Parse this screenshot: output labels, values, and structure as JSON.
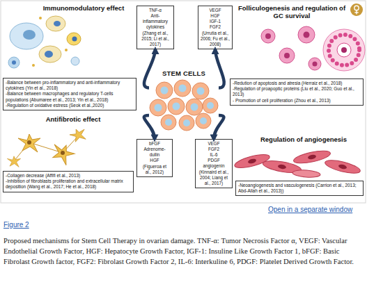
{
  "diagram": {
    "caption": "Proposed mechanisms for Stem Cell Therapy in ovarian damage. TNF-α: Tumor Necrosis Factor α, VEGF: Vascular Endothelial Growth Factor, HGF: Hepatocyte Growth Factor, IGF-1: Insuline Like Growth Factor 1, bFGF: Basic Fibrolast Growth factor, FGF2: Fibrolast Growth Factor 2, IL-6: Interkuline 6, PDGF: Platelet Derived Growth Factor.",
    "nodes": [
      {
        "text": [
          "TNF-α Anti-inflammatory cytokines",
          "(Zhang et al., 2015; Li et al., 2017)"
        ]
      },
      {
        "text": [
          "VEGF HGF IGF-1 FGF2",
          "(Urrutia et al., 2006; Fu et al., 2008)"
        ]
      },
      {
        "text": [
          "-Balance between pro-inflammatory and anti-inflammatory cytokines (Yin et al., 2018)",
          "-Balance between macrophages and regulatory T-cells populations (Abumaree et al., 2013; Yin et al., 2018)",
          "-Regulation of oxidative estress (Seok et al.,2020)"
        ]
      },
      {
        "text": [
          "-Redution of apoptosis and atresia (Herraiz et al., 2018)",
          "-Regulation of proapoptic proteins (Liu et al., 2020; Guo et al., 2013)",
          "- Promotion of cell proliferation (Zhou et al., 2013)"
        ]
      },
      {
        "text": [
          "STEM CELLS"
        ]
      },
      {
        "text": [
          "-Collagen decrease (Affifi et al., 2013)",
          "-Inhibition of fibroblasts proliferation and extracellular matrix deposition (Wang et al., 2017; He et al., 2018)"
        ]
      },
      {
        "text": [
          "bFGF Adrenome-dullin HGF",
          "(Figueroa et al., 2012)"
        ]
      },
      {
        "text": [
          "VEGF FGF2 IL-6 PDGF angiogenin",
          "(Kinnaird et al., 2004; Liang et al., 2017)"
        ]
      },
      {
        "text": [
          "-Neoangiogenesis and vasculogenesis (Carrion et al., 2013; Abd-Allah et al., 2013))"
        ]
      }
    ],
    "edges": [
      {
        "from": 4,
        "to": 0,
        "arrow": "to"
      },
      {
        "from": 4,
        "to": 1,
        "arrow": "to"
      },
      {
        "from": 4,
        "to": 6,
        "arrow": "to"
      },
      {
        "from": 4,
        "to": 7,
        "arrow": "to"
      }
    ],
    "labels": [
      "Immunomodulatory effect",
      "Folliculogenesis and regulation of GC survival",
      "Antifibrotic effect",
      "Regulation of angiogenesis",
      "Open in a separate window",
      "Figure 2"
    ]
  }
}
